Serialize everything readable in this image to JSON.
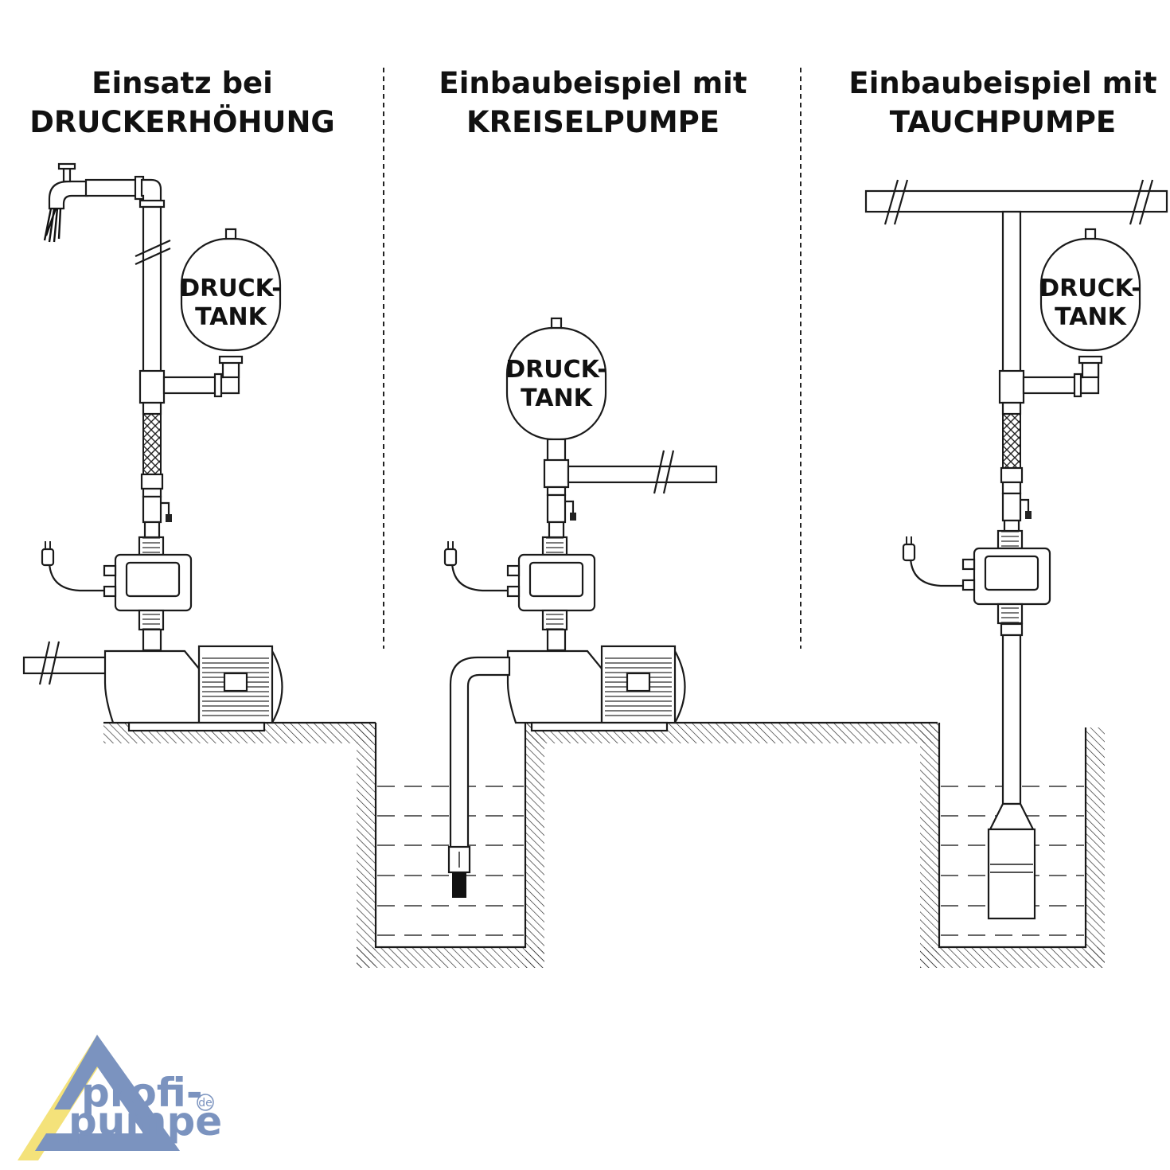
{
  "panels": [
    {
      "title_line1": "Einsatz bei",
      "title_line2": "DRUCKERHÖHUNG",
      "tank_line1": "DRUCK-",
      "tank_line2": "TANK"
    },
    {
      "title_line1": "Einbaubeispiel mit",
      "title_line2": "KREISELPUMPE",
      "tank_line1": "DRUCK-",
      "tank_line2": "TANK"
    },
    {
      "title_line1": "Einbaubeispiel mit",
      "title_line2": "TAUCHPUMPE",
      "tank_line1": "DRUCK-",
      "tank_line2": "TANK"
    }
  ],
  "logo": {
    "line1": "profi-",
    "line2": "pumpe",
    "suffix": "de"
  },
  "colors": {
    "logo_blue": "#7b93bf",
    "logo_yellow": "#f4e27a",
    "line": "#1a1a1a"
  }
}
